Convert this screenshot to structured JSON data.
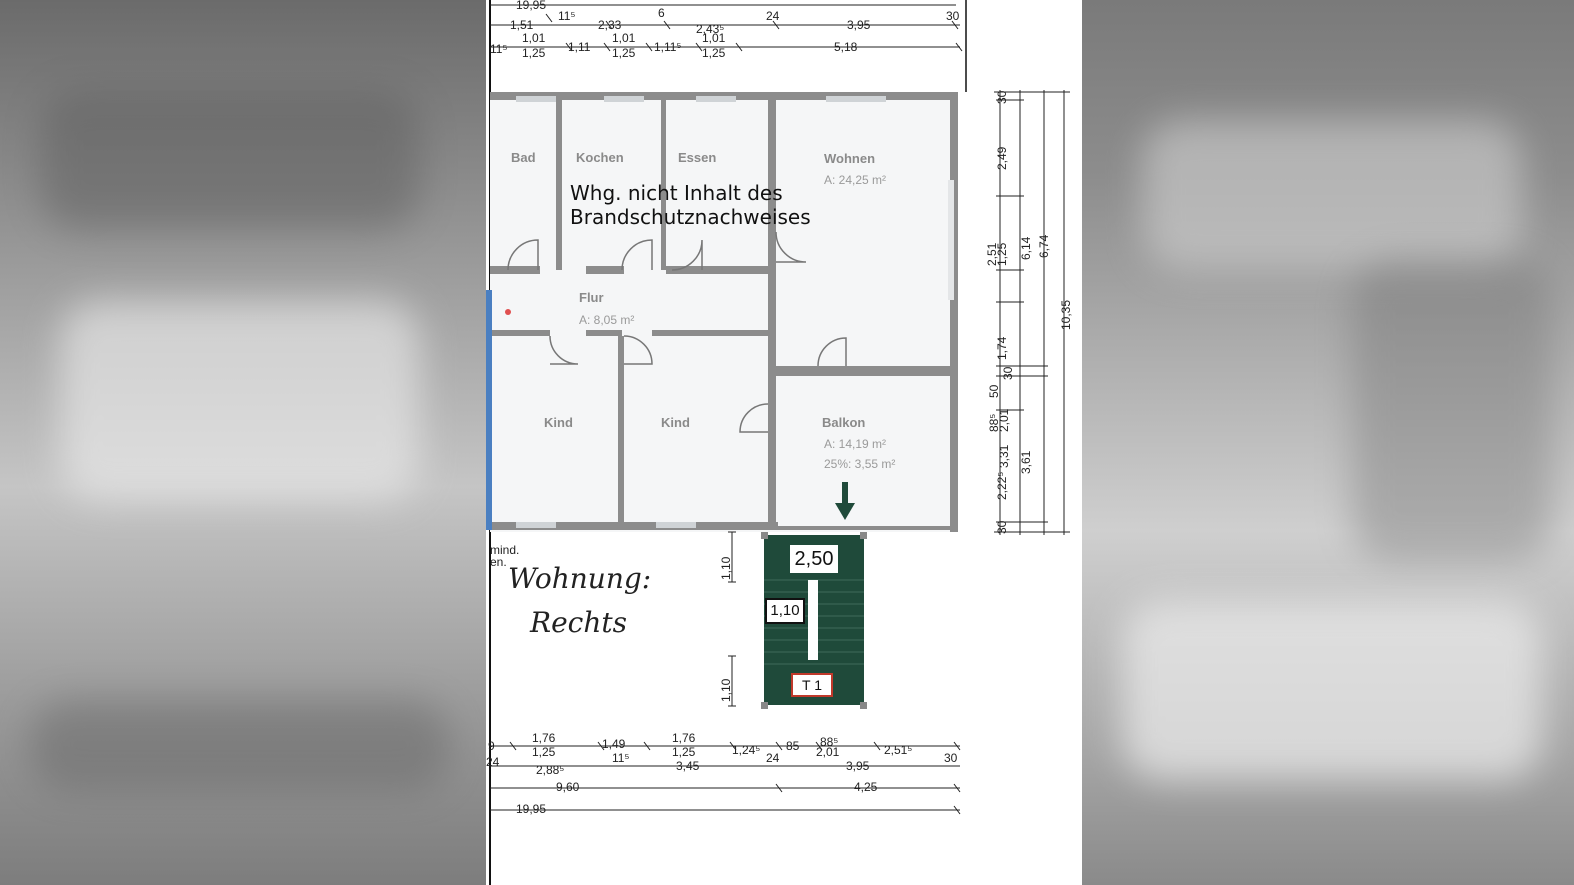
{
  "plan": {
    "note_line1": "Whg. nicht Inhalt des",
    "note_line2": "Brandschutznachweises",
    "handwritten_line1": "Wohnung:",
    "handwritten_line2": "Rechts",
    "rooms": {
      "bad": "Bad",
      "kochen": "Kochen",
      "essen": "Essen",
      "wohnen": "Wohnen",
      "wohnen_area": "A: 24,25 m²",
      "flur": "Flur",
      "flur_area": "A: 8,05 m²",
      "kind1": "Kind",
      "kind2": "Kind",
      "balkon": "Balkon",
      "balkon_area": "A: 14,19 m²",
      "balkon_pct": "25%: 3,55 m²"
    },
    "stair": {
      "width_label": "2,50",
      "inner_label": "1,10",
      "tag": "T 1",
      "side_top": "1,10",
      "side_bottom": "1,10"
    },
    "misc": {
      "mind": "mind.",
      "en": "en."
    },
    "top_dims": {
      "r0": "19,95",
      "r1": [
        "1,51",
        "11⁵",
        "2,33",
        "6",
        "2,43⁵",
        "24",
        "3,95",
        "30"
      ],
      "r2a": [
        "1,01",
        "1,01",
        "1,01"
      ],
      "r2b": [
        "11⁵",
        "1,25",
        "1,11",
        "1,25",
        "1,11⁵",
        "1,25",
        "5,18"
      ]
    },
    "right_dims": {
      "c1": [
        "30",
        "2,49",
        "2,51",
        "1,74",
        "50",
        "88⁵",
        "2,22⁵",
        "30"
      ],
      "c2": [
        "1,25",
        "30",
        "2,01",
        "3,31"
      ],
      "c3": [
        "6,14",
        "3,61"
      ],
      "c4": [
        "6,74"
      ],
      "c5": [
        "10,35"
      ]
    },
    "bottom_dims": {
      "r1a": [
        "1,76",
        "1,76",
        "88⁵"
      ],
      "r1b": [
        "9",
        "1,25",
        "1,49",
        "1,25",
        "1,24⁵",
        "85",
        "2,01",
        "2,51⁵"
      ],
      "r2": [
        "24",
        "2,88⁵",
        "11⁵",
        "3,45",
        "24",
        "3,95",
        "30"
      ],
      "r3": [
        "9,60",
        "4,25"
      ],
      "r4": "19,95"
    }
  },
  "colors": {
    "stair": "#1f4a3a",
    "wall": "#8c8c8c"
  }
}
